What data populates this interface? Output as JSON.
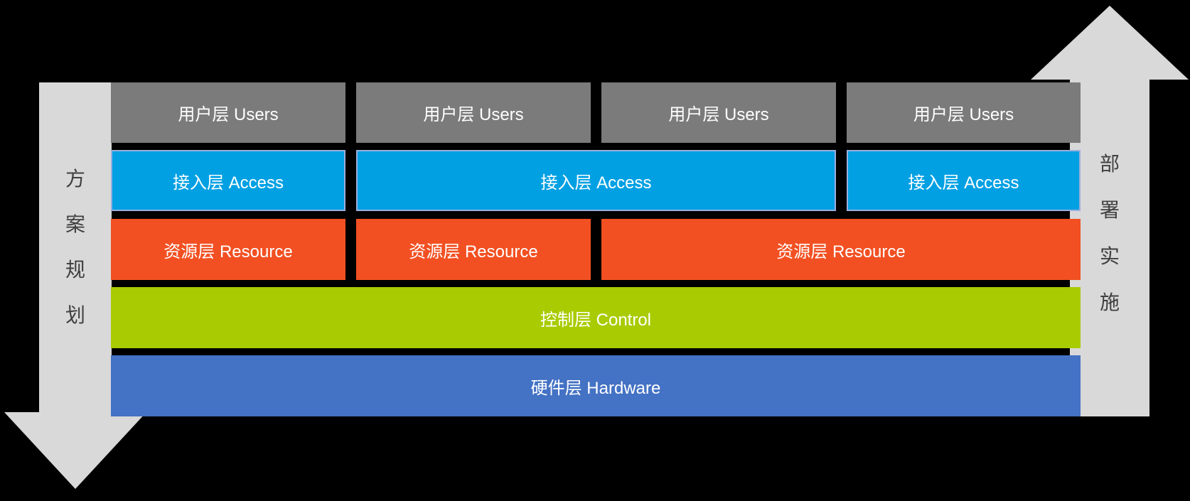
{
  "colors": {
    "background": "#000000",
    "arrow": "#d9d9d9",
    "arrow_text": "#404040",
    "users": "#7b7b7b",
    "access": "#00a0e3",
    "access_border": "#9dafdc",
    "resource": "#f25022",
    "control": "#a9cb01",
    "hardware": "#4472c4",
    "box_text": "#ffffff"
  },
  "left_arrow": {
    "label": "方案规划",
    "direction": "down",
    "chars": [
      "方",
      "案",
      "规",
      "划"
    ]
  },
  "right_arrow": {
    "label": "部署实施",
    "direction": "up",
    "chars": [
      "部",
      "署",
      "实",
      "施"
    ]
  },
  "layers": {
    "users": {
      "label": "用户层 Users",
      "box_count": 4
    },
    "access": {
      "label": "接入层 Access",
      "box_count": 3
    },
    "resource": {
      "label": "资源层 Resource",
      "box_count": 3
    },
    "control": {
      "label": "控制层 Control",
      "box_count": 1
    },
    "hardware": {
      "label": "硬件层 Hardware",
      "box_count": 1
    }
  }
}
